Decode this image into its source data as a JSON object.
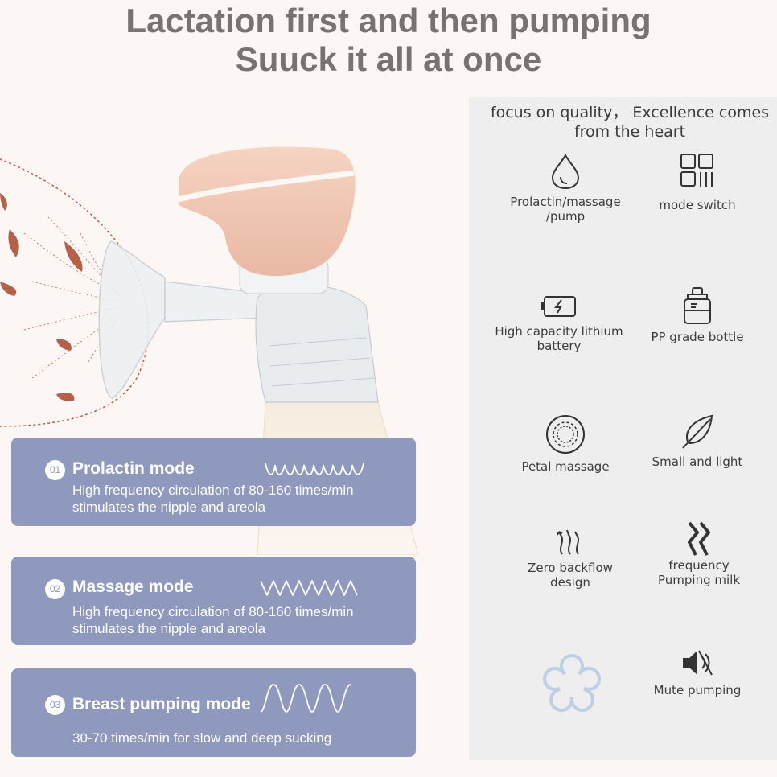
{
  "headline": {
    "line1": "Lactation first and then pumping",
    "line2": "Suuck it all at once"
  },
  "modes": [
    {
      "number": "01",
      "name": "Prolactin mode",
      "description_line1": "High frequency circulation of 80-160 times/min",
      "description_line2": "stimulates the nipple and areola"
    },
    {
      "number": "02",
      "name": "Massage mode",
      "description_line1": "High frequency circulation of 80-160 times/min",
      "description_line2": "stimulates the nipple and areola"
    },
    {
      "number": "03",
      "name": "Breast pumping mode",
      "description_line1": "30-70 times/min for slow and deep sucking"
    }
  ],
  "features_panel": {
    "heading_line1": "focus on quality，  Excellence comes",
    "heading_line2": "from the heart",
    "features": [
      {
        "icon": "drop-icon",
        "label_line1": "Prolactin/massage",
        "label_line2": "/pump"
      },
      {
        "icon": "mode-grid-icon",
        "label_line1": "mode switch"
      },
      {
        "icon": "battery-icon",
        "label_line1": "High capacity lithium",
        "label_line2": "battery"
      },
      {
        "icon": "bottle-icon",
        "label_line1": "PP grade bottle"
      },
      {
        "icon": "petal-massage-icon",
        "label_line1": "Petal massage"
      },
      {
        "icon": "feather-icon",
        "label_line1": "Small and light"
      },
      {
        "icon": "backflow-icon",
        "label_line1": "Zero backflow",
        "label_line2": "design"
      },
      {
        "icon": "frequency-icon",
        "label_line1": "frequency",
        "label_line2": "Pumping milk"
      },
      {
        "icon": "flower-icon"
      },
      {
        "icon": "mute-speaker-icon",
        "label_line1": "Mute pumping"
      }
    ]
  },
  "colors": {
    "title": "#777373",
    "card": "#8f98bd",
    "panel": "#eeeeee",
    "pump_head": "#f0c7b4",
    "breast_lines": "#b5614a"
  }
}
